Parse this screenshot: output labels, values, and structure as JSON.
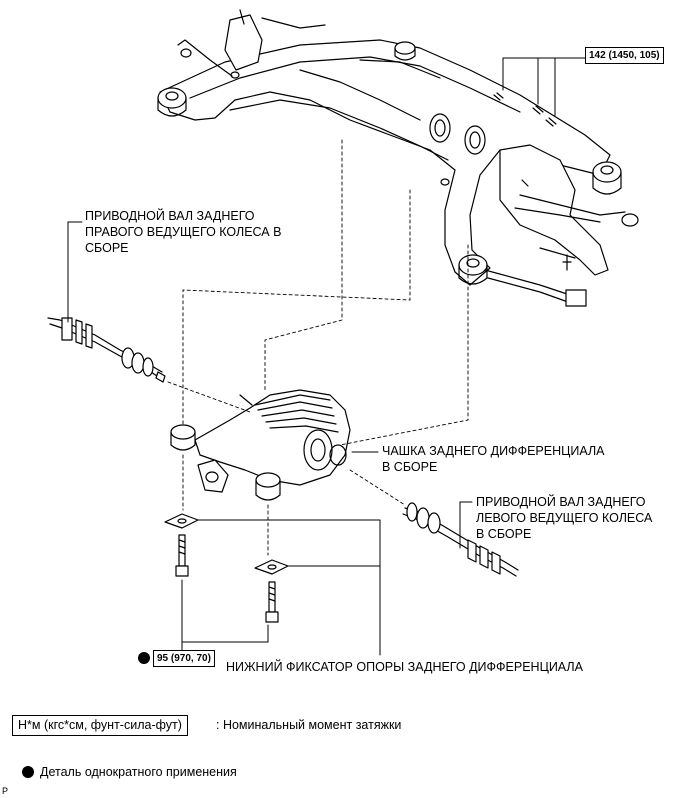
{
  "labels": {
    "right_shaft": [
      "ПРИВОДНОЙ ВАЛ ЗАДНЕГО",
      "ПРАВОГО ВЕДУЩЕГО КОЛЕСА В",
      "СБОРЕ"
    ],
    "differential": [
      "ЧАШКА ЗАДНЕГО ДИФФЕРЕНЦИАЛА",
      "В СБОРЕ"
    ],
    "left_shaft": [
      "ПРИВОДНОЙ ВАЛ ЗАДНЕГО",
      "ЛЕВОГО ВЕДУЩЕГО КОЛЕСА",
      "В СБОРЕ"
    ],
    "lower_stopper": "НИЖНИЙ ФИКСАТОР ОПОРЫ ЗАДНЕГО ДИФФЕРЕНЦИАЛА"
  },
  "torque": {
    "upper": "142 (1450, 105)",
    "lower": "95 (970, 70)"
  },
  "legend": {
    "unit_box": "Н*м (кгс*см, фунт-сила-фут)",
    "unit_desc": ": Номинальный момент затяжки",
    "non_reusable": "Деталь однократного применения"
  },
  "footer": "P"
}
